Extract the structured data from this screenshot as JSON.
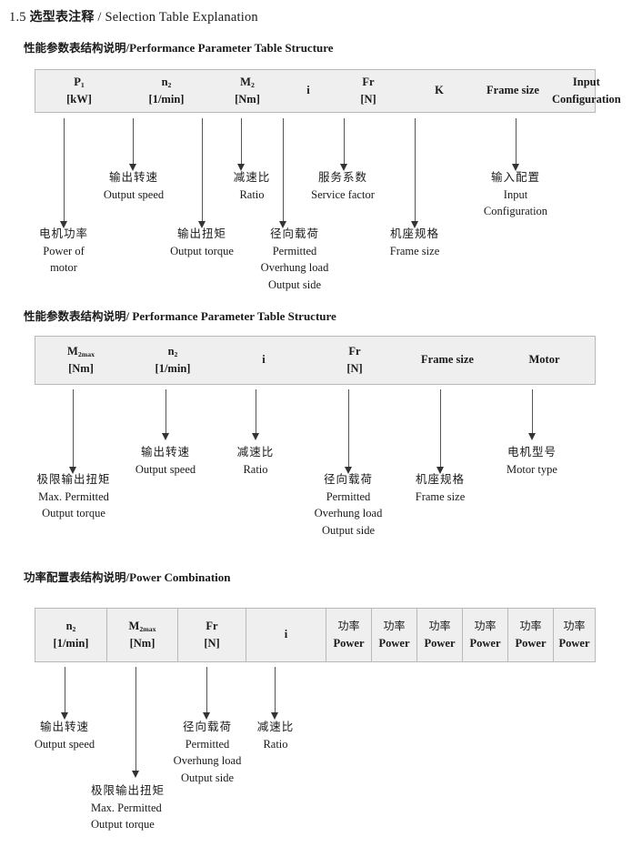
{
  "page": {
    "title_number": "1.5",
    "title_cn": "选型表注释",
    "title_sep": "/",
    "title_en": "Selection Table Explanation"
  },
  "sections": [
    {
      "heading_cn": "性能参数表结构说明",
      "heading_sep": "/",
      "heading_en": "Performance Parameter Table Structure",
      "table": {
        "divided": false,
        "columns": [
          {
            "symbol": "P",
            "sub": "1",
            "unit": "[kW]"
          },
          {
            "symbol": "n",
            "sub": "2",
            "unit": "[1/min]"
          },
          {
            "symbol": "M",
            "sub": "2",
            "unit": "[Nm]"
          },
          {
            "symbol": "i",
            "sub": "",
            "unit": ""
          },
          {
            "symbol": "Fr",
            "sub": "",
            "unit": "[N]"
          },
          {
            "symbol": "K",
            "sub": "",
            "unit": ""
          },
          {
            "symbol": "Frame size",
            "sub": "",
            "unit": ""
          },
          {
            "symbol": "Input",
            "sub": "",
            "unit": "Configuration"
          }
        ]
      },
      "annotations": [
        {
          "cn": "电机功率",
          "en": [
            "Power of",
            "motor"
          ]
        },
        {
          "cn": "输出转速",
          "en": [
            "Output speed"
          ]
        },
        {
          "cn": "输出扭矩",
          "en": [
            "Output torque"
          ]
        },
        {
          "cn": "减速比",
          "en": [
            "Ratio"
          ]
        },
        {
          "cn": "径向载荷",
          "en": [
            "Permitted",
            "Overhung load",
            "Output side"
          ]
        },
        {
          "cn": "服务系数",
          "en": [
            "Service factor"
          ]
        },
        {
          "cn": "机座规格",
          "en": [
            "Frame size"
          ]
        },
        {
          "cn": "输入配置",
          "en": [
            "Input",
            "Configuration"
          ]
        }
      ]
    },
    {
      "heading_cn": "性能参数表结构说明",
      "heading_sep": "/",
      "heading_en": "Performance Parameter Table Structure",
      "table": {
        "divided": false,
        "columns": [
          {
            "symbol": "M",
            "sub": "2max",
            "unit": "[Nm]"
          },
          {
            "symbol": "n",
            "sub": "2",
            "unit": "[1/min]"
          },
          {
            "symbol": "i",
            "sub": "",
            "unit": ""
          },
          {
            "symbol": "Fr",
            "sub": "",
            "unit": "[N]"
          },
          {
            "symbol": "Frame size",
            "sub": "",
            "unit": ""
          },
          {
            "symbol": "Motor",
            "sub": "",
            "unit": ""
          }
        ]
      },
      "annotations": [
        {
          "cn": "极限输出扭矩",
          "en": [
            "Max. Permitted",
            "Output  torque"
          ]
        },
        {
          "cn": "输出转速",
          "en": [
            "Output speed"
          ]
        },
        {
          "cn": "减速比",
          "en": [
            "Ratio"
          ]
        },
        {
          "cn": "径向载荷",
          "en": [
            "Permitted",
            "Overhung load",
            "Output side"
          ]
        },
        {
          "cn": "机座规格",
          "en": [
            "Frame size"
          ]
        },
        {
          "cn": "电机型号",
          "en": [
            "Motor type"
          ]
        }
      ]
    },
    {
      "heading_cn": "功率配置表结构说明",
      "heading_sep": "/",
      "heading_en": "Power Combination",
      "table": {
        "divided": true,
        "columns": [
          {
            "symbol": "n",
            "sub": "2",
            "unit": "[1/min]"
          },
          {
            "symbol": "M",
            "sub": "2max",
            "unit": "[Nm]"
          },
          {
            "symbol": "Fr",
            "sub": "",
            "unit": "[N]"
          },
          {
            "symbol": "i",
            "sub": "",
            "unit": ""
          },
          {
            "symbol_cn": "功率",
            "unit": "Power"
          },
          {
            "symbol_cn": "功率",
            "unit": "Power"
          },
          {
            "symbol_cn": "功率",
            "unit": "Power"
          },
          {
            "symbol_cn": "功率",
            "unit": "Power"
          },
          {
            "symbol_cn": "功率",
            "unit": "Power"
          },
          {
            "symbol_cn": "功率",
            "unit": "Power"
          }
        ]
      },
      "annotations": [
        {
          "cn": "输出转速",
          "en": [
            "Output speed"
          ]
        },
        {
          "cn": "极限输出扭矩",
          "en": [
            "Max. Permitted",
            "Output  torque"
          ]
        },
        {
          "cn": "径向载荷",
          "en": [
            "Permitted",
            "Overhung load",
            "Output side"
          ]
        },
        {
          "cn": "减速比",
          "en": [
            "Ratio"
          ]
        }
      ]
    }
  ]
}
